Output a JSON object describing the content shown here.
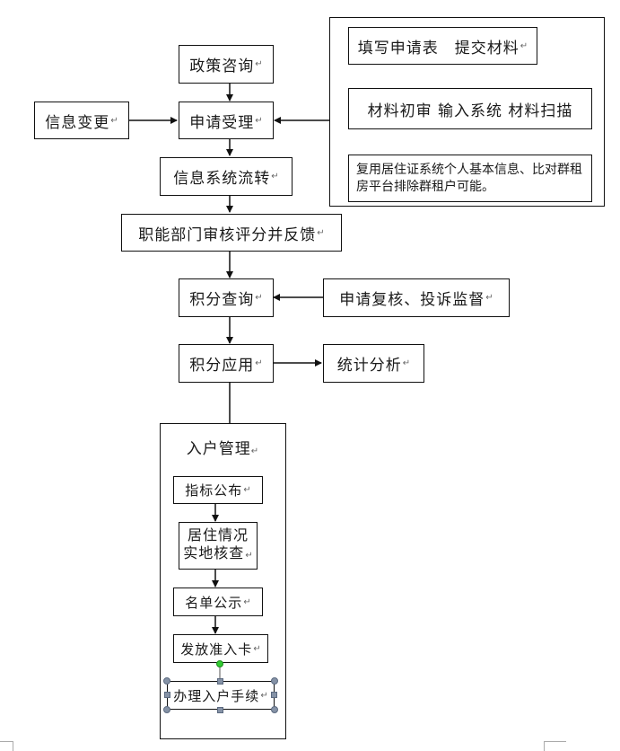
{
  "diagram": {
    "return_mark": "↵",
    "nodes": {
      "policy_consult": "政策咨询",
      "info_change": "信息变更",
      "apply_accept": "申请受理",
      "info_flow": "信息系统流转",
      "dept_review": "职能部门审核评分并反馈",
      "score_query": "积分查询",
      "review_complaint": "申请复核、投诉监督",
      "score_apply": "积分应用",
      "stat_analysis": "统计分析"
    },
    "submission_group": {
      "fill_form": "填写申请表　提交材料",
      "initial_check": "材料初审  输入系统  材料扫描",
      "reuse_info": "复用居住证系统个人基本信息、比对群租房平台排除群租户可能。"
    },
    "household_group": {
      "title": "入户管理",
      "steps": {
        "publish_quota": "指标公布",
        "site_check_line1": "居住情况",
        "site_check_line2": "实地核查",
        "list_publicity": "名单公示",
        "issue_card": "发放准入卡",
        "register": "办理入户手续"
      }
    }
  }
}
